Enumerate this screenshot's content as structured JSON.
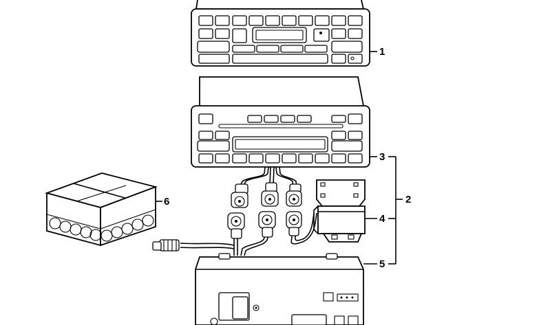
{
  "callouts": {
    "c1": "1",
    "c2": "2",
    "c3": "3",
    "c4": "4",
    "c5": "5",
    "c6": "6"
  },
  "parts": [
    {
      "id": "1",
      "icon": "cassette-radio-unit"
    },
    {
      "id": "2",
      "icon": "bracket-group"
    },
    {
      "id": "3",
      "icon": "cd-radio-unit"
    },
    {
      "id": "4",
      "icon": "mounting-bracket"
    },
    {
      "id": "5",
      "icon": "amplifier-unit"
    },
    {
      "id": "6",
      "icon": "cd-changer-box"
    }
  ]
}
